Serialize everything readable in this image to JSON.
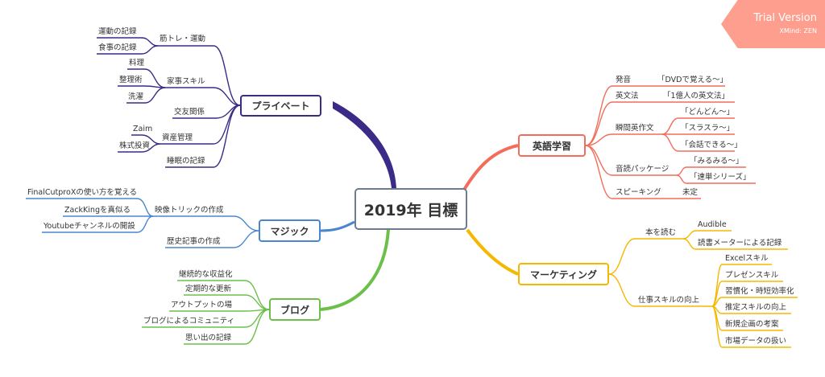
{
  "watermark": {
    "title": "Trial Version",
    "subtitle": "XMind: ZEN"
  },
  "central_topic": "2019年 目標",
  "branches": {
    "private": {
      "label": "プライベート",
      "color": "#3b2b86",
      "children": {
        "kintore": {
          "label": "筋トレ・運動",
          "children": [
            "運動の記録",
            "食事の記録"
          ]
        },
        "kaji": {
          "label": "家事スキル",
          "children": [
            "料理",
            "整理術",
            "洗濯"
          ]
        },
        "koyu": {
          "label": "交友関係"
        },
        "shisan": {
          "label": "資産管理",
          "children": [
            "Zaim",
            "株式投資"
          ]
        },
        "suimin": {
          "label": "睡眠の記録"
        }
      }
    },
    "magic": {
      "label": "マジック",
      "color": "#4a86d0",
      "children": {
        "trick": {
          "label": "映像トリックの作成",
          "children": [
            "FinalCutproXの使い方を覚える",
            "ZackKingを真似る",
            "Youtubeチャンネルの開設"
          ]
        },
        "history": {
          "label": "歴史記事の作成"
        }
      }
    },
    "blog": {
      "label": "ブログ",
      "color": "#6cc04a",
      "children": [
        "継続的な収益化",
        "定期的な更新",
        "アウトプットの場",
        "ブログによるコミュニティ",
        "思い出の記録"
      ]
    },
    "english": {
      "label": "英語学習",
      "color": "#f26d5b",
      "children": {
        "hatsuon": {
          "label": "発音",
          "children": [
            "「DVDで覚える～」"
          ]
        },
        "bunpou": {
          "label": "英文法",
          "children": [
            "「1億人の英文法」"
          ]
        },
        "shunkan": {
          "label": "瞬間英作文",
          "children": [
            "「どんどん～」",
            "「スラスラ～」",
            "「会話できる～」"
          ]
        },
        "onsoku": {
          "label": "音読パッケージ",
          "children": [
            "「みるみる～」",
            "「速単シリーズ」"
          ]
        },
        "speaking": {
          "label": "スピーキング",
          "children": [
            "未定"
          ]
        }
      }
    },
    "marketing": {
      "label": "マーケティング",
      "color": "#f5b800",
      "children": {
        "books": {
          "label": "本を読む",
          "children": [
            "Audible",
            "読書メーターによる記録"
          ]
        },
        "work": {
          "label": "仕事スキルの向上",
          "children": [
            "Excelスキル",
            "プレゼンスキル",
            "習慣化・時短効率化",
            "推定スキルの向上",
            "新規企画の考案",
            "市場データの扱い"
          ]
        }
      }
    }
  }
}
